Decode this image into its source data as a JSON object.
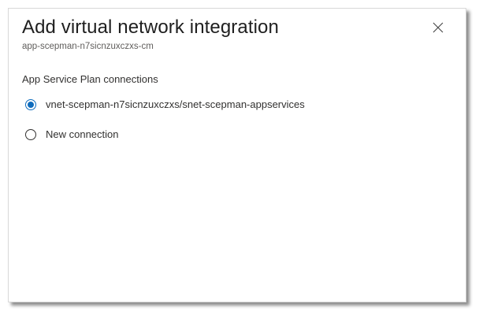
{
  "dialog": {
    "title": "Add virtual network integration",
    "subtitle": "app-scepman-n7sicnzuxczxs-cm",
    "close_icon": "close-icon",
    "section_label": "App Service Plan connections",
    "options": [
      {
        "label": "vnet-scepman-n7sicnzuxczxs/snet-scepman-appservices",
        "checked": true
      },
      {
        "label": "New connection",
        "checked": false
      }
    ],
    "accent": "#0f6cbd"
  }
}
